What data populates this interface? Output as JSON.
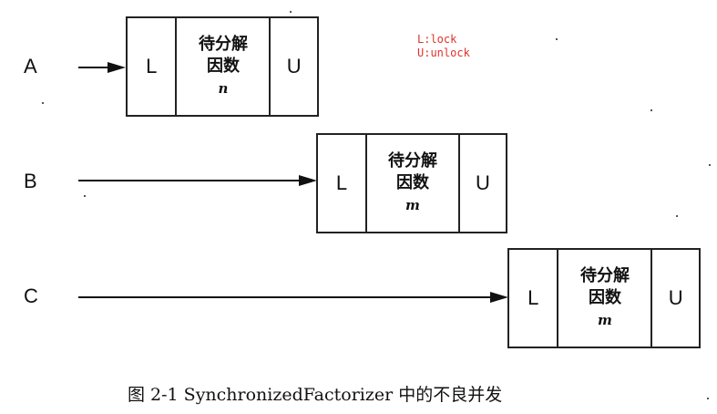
{
  "legend": {
    "line1": "L:lock",
    "line2": "U:unlock"
  },
  "rows": [
    {
      "thread": "A",
      "lock": "L",
      "task_line1": "待分解",
      "task_line2": "因数",
      "var": "n",
      "unlock": "U"
    },
    {
      "thread": "B",
      "lock": "L",
      "task_line1": "待分解",
      "task_line2": "因数",
      "var": "m",
      "unlock": "U"
    },
    {
      "thread": "C",
      "lock": "L",
      "task_line1": "待分解",
      "task_line2": "因数",
      "var": "m",
      "unlock": "U"
    }
  ],
  "caption": "图 2-1 SynchronizedFactorizer 中的不良并发"
}
